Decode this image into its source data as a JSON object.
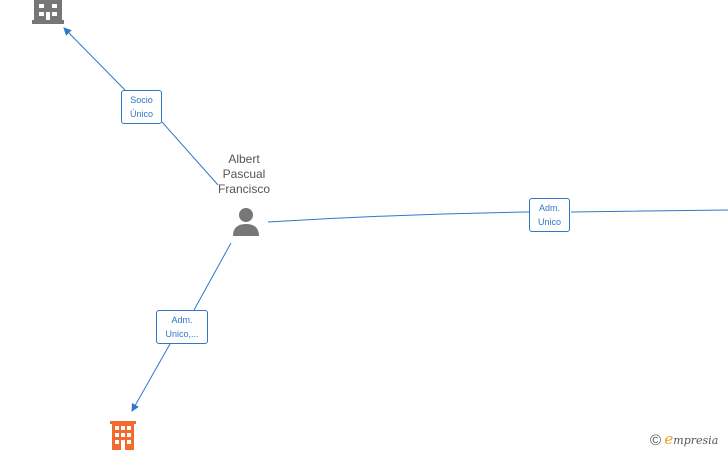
{
  "person": {
    "name": "Albert\nPascual\nFrancisco"
  },
  "edges": {
    "socio_unico": {
      "label": "Socio\nÚnico"
    },
    "adm_unico": {
      "label": "Adm.\nUnico"
    },
    "adm_unico_trunc": {
      "label": "Adm.\nUnico,..."
    }
  },
  "nodes": {
    "company_top": {
      "color": "#777777",
      "icon": "building-icon"
    },
    "company_bottom": {
      "color": "#f26a2e",
      "icon": "building-icon"
    },
    "person": {
      "color": "#777777",
      "icon": "person-icon"
    }
  },
  "colors": {
    "edge": "#2f78c8",
    "label_text": "#2f78c8",
    "name_text": "#555555"
  },
  "brand": {
    "copyright": "©",
    "e": "e",
    "rest": "mpresia"
  }
}
